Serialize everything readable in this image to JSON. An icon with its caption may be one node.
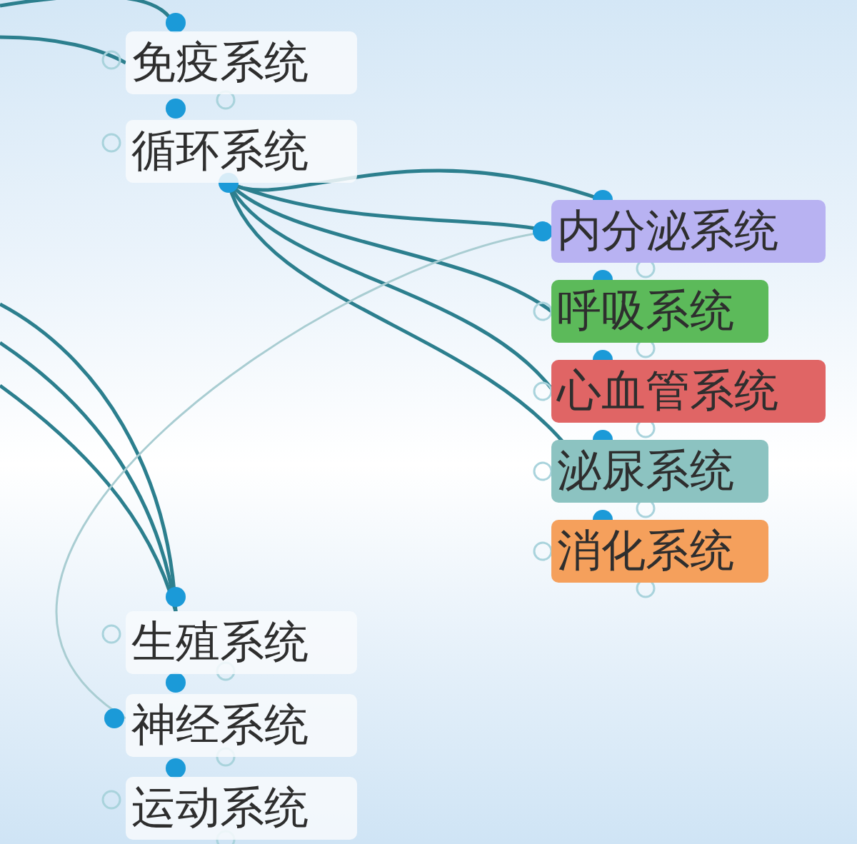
{
  "diagram": {
    "nodes": [
      {
        "text": [
          "免疫系统"
        ]
      },
      {
        "text": [
          "循环系统"
        ]
      },
      {
        "text": [
          "内分泌系统"
        ]
      },
      {
        "text": [
          "呼吸系统"
        ]
      },
      {
        "text": [
          "心血管系统"
        ]
      },
      {
        "text": [
          "泌尿系统"
        ]
      },
      {
        "text": [
          "消化系统"
        ]
      },
      {
        "text": [
          "生殖系统"
        ]
      },
      {
        "text": [
          "神经系统"
        ]
      },
      {
        "text": [
          "运动系统"
        ]
      }
    ],
    "edges": [
      {
        "from": null,
        "to": 0,
        "arrow": "none"
      },
      {
        "from": null,
        "to": 0,
        "arrow": "none"
      },
      {
        "from": 1,
        "to": 2,
        "arrow": "none"
      },
      {
        "from": 1,
        "to": 2,
        "arrow": "none"
      },
      {
        "from": 1,
        "to": 3,
        "arrow": "none"
      },
      {
        "from": 1,
        "to": 4,
        "arrow": "none"
      },
      {
        "from": 1,
        "to": 5,
        "arrow": "none"
      },
      {
        "from": null,
        "to": 7,
        "arrow": "none"
      },
      {
        "from": null,
        "to": 7,
        "arrow": "none"
      },
      {
        "from": null,
        "to": 7,
        "arrow": "none"
      },
      {
        "from": 8,
        "to": 2,
        "arrow": "none",
        "color": "#a9cdd2"
      }
    ]
  }
}
